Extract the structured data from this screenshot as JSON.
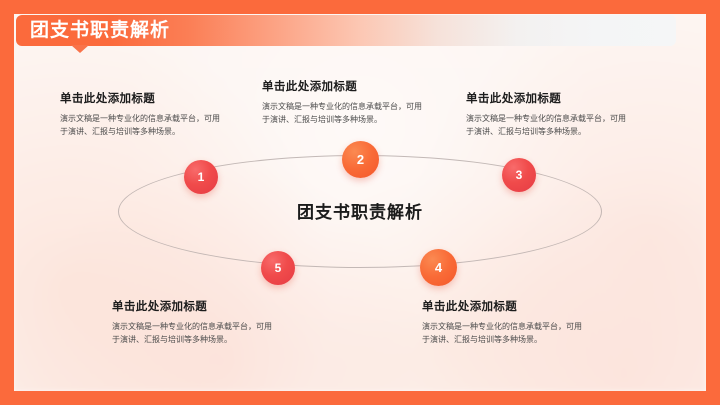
{
  "slide": {
    "banner_title": "团支书职责解析",
    "center_title": "团支书职责解析",
    "frame_color": "#FB6A3C",
    "banner_start_color": "#FB6A3C",
    "canvas_color": "#fdf5f2",
    "node_red_color": "#ef4444",
    "node_orange_color": "#f9693a"
  },
  "nodes": [
    {
      "number": "1",
      "color": "red"
    },
    {
      "number": "2",
      "color": "orange"
    },
    {
      "number": "3",
      "color": "red"
    },
    {
      "number": "4",
      "color": "orange"
    },
    {
      "number": "5",
      "color": "red"
    }
  ],
  "blocks": [
    {
      "title": "单击此处添加标题",
      "body": "演示文稿是一种专业化的信息承载平台，可用于演讲、汇报与培训等多种场景。"
    },
    {
      "title": "单击此处添加标题",
      "body": "演示文稿是一种专业化的信息承载平台，可用于演讲、汇报与培训等多种场景。"
    },
    {
      "title": "单击此处添加标题",
      "body": "演示文稿是一种专业化的信息承载平台，可用于演讲、汇报与培训等多种场景。"
    },
    {
      "title": "单击此处添加标题",
      "body": "演示文稿是一种专业化的信息承载平台，可用于演讲、汇报与培训等多种场景。"
    },
    {
      "title": "单击此处添加标题",
      "body": "演示文稿是一种专业化的信息承载平台，可用于演讲、汇报与培训等多种场景。"
    }
  ]
}
